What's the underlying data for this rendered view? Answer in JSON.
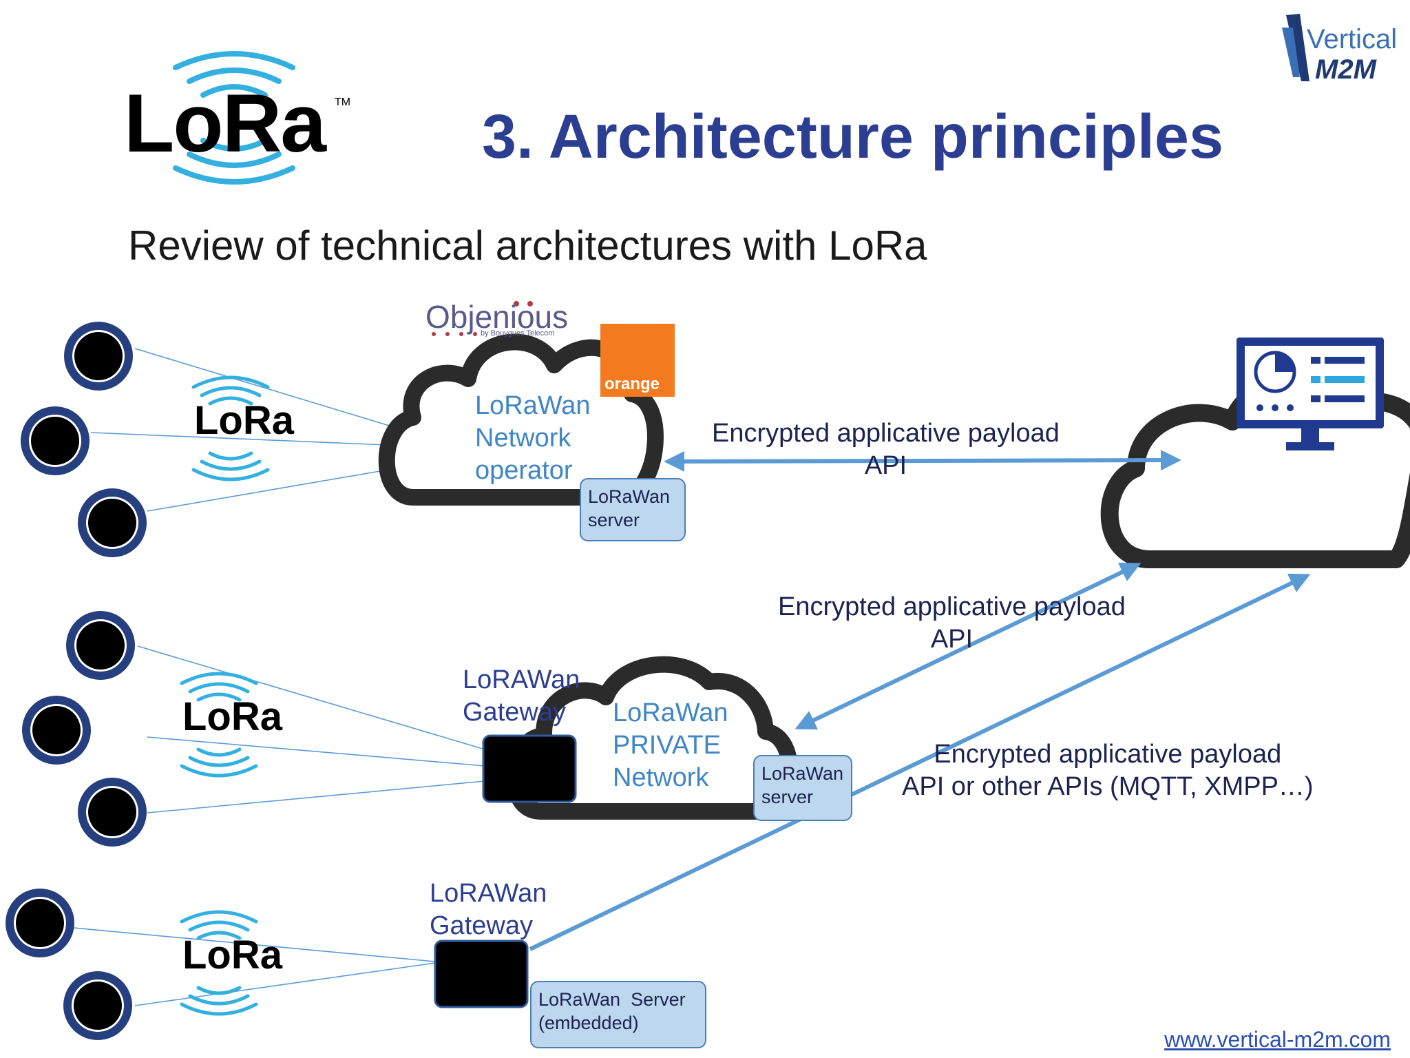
{
  "header": {
    "brand": "LoRa",
    "title": "3. Architecture principles",
    "subtitle": "Review of technical architectures with LoRa",
    "corner_logo": {
      "line1": "Vertical",
      "line2": "M2M"
    }
  },
  "colors": {
    "title": "#2c3e91",
    "cloud_label": "#3f86c6",
    "arrow": "#5b9bd5",
    "cloud_outline": "#2b2b2b",
    "node_ring": "#243b8f",
    "server_box": "#bdd7ee",
    "orange": "#f47a1f"
  },
  "operator_cloud": {
    "label_lines": [
      "LoRaWan",
      "Network",
      "operator"
    ],
    "partner_logos": {
      "objenious": "Objenious",
      "objenious_sub": "by Bouygues Telecom",
      "orange": "orange"
    },
    "server_lines": [
      "LoRaWan",
      "server"
    ],
    "link_lines": [
      "Encrypted applicative payload",
      "API"
    ]
  },
  "private_cloud": {
    "gateway_lines": [
      "LoRAWan",
      "Gateway"
    ],
    "label_lines": [
      "LoRaWan",
      "PRIVATE",
      "Network"
    ],
    "server_lines": [
      "LoRaWan",
      "server"
    ],
    "link_lines": [
      "Encrypted applicative payload",
      "API"
    ]
  },
  "embedded": {
    "gateway_lines": [
      "LoRAWan",
      "Gateway"
    ],
    "server_lines": [
      "LoRaWan  Server",
      "(embedded)"
    ],
    "link_lines": [
      "Encrypted applicative payload",
      "API or other APIs (MQTT, XMPP…)"
    ]
  },
  "application_cloud": {
    "icon": "dashboard-monitor-icon"
  },
  "footer": {
    "url": "www.vertical-m2m.com"
  }
}
